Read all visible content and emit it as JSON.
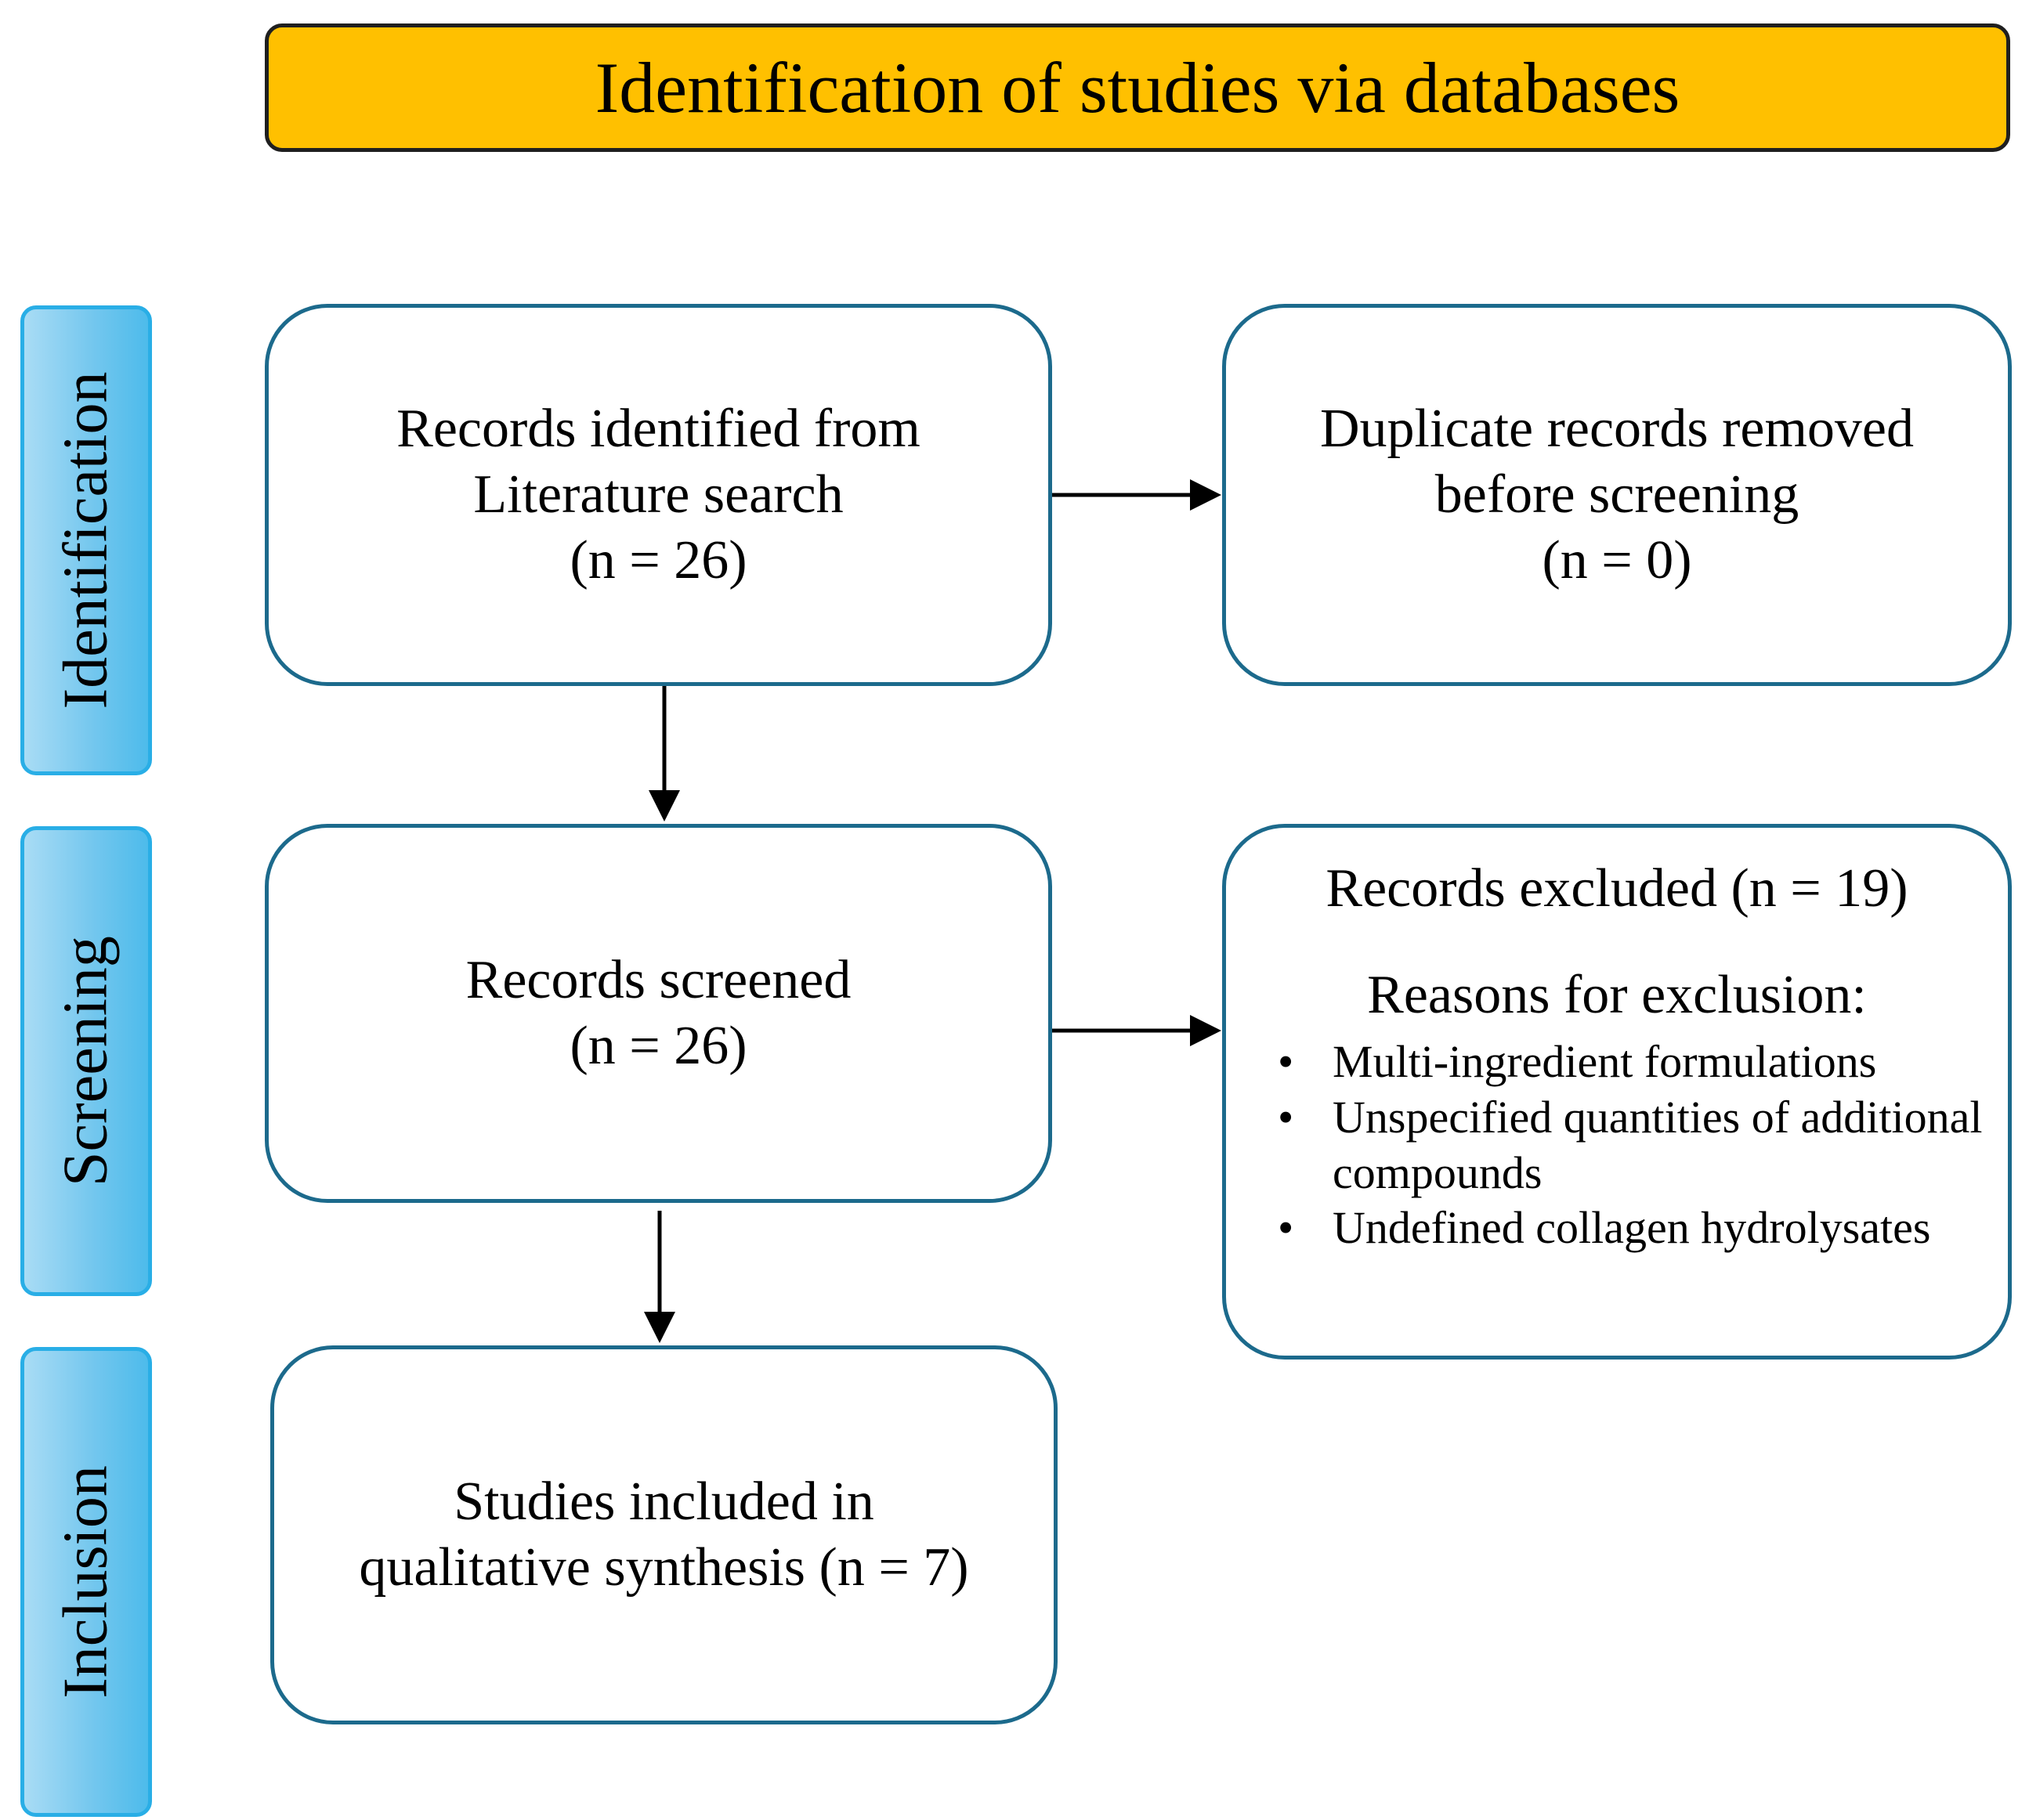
{
  "header": {
    "title": "Identification of studies via databases"
  },
  "stages": {
    "identification": "Identification",
    "screening": "Screening",
    "inclusion": "Inclusion"
  },
  "boxes": {
    "records_identified": {
      "line1": "Records identified from",
      "line2": "Literature search",
      "line3": "(n = 26)"
    },
    "duplicates_removed": {
      "line1": "Duplicate records removed",
      "line2": "before screening",
      "line3": "(n = 0)"
    },
    "records_screened": {
      "line1": "Records screened",
      "line2": "(n = 26)"
    },
    "records_excluded": {
      "title": "Records excluded (n = 19)",
      "reasons_heading": "Reasons for exclusion:",
      "bullet": "•",
      "reasons": [
        "Multi-ingredient formulations",
        "Unspecified quantities of additional compounds",
        "Undefined collagen hydrolysates"
      ]
    },
    "studies_included": {
      "line1": "Studies included in",
      "line2": "qualitative synthesis (n = 7)"
    }
  },
  "colors": {
    "header_fill": "#ffc000",
    "box_border": "#1c6a8c",
    "stage_border": "#29aee6",
    "stage_fill": "#74c7ee"
  }
}
